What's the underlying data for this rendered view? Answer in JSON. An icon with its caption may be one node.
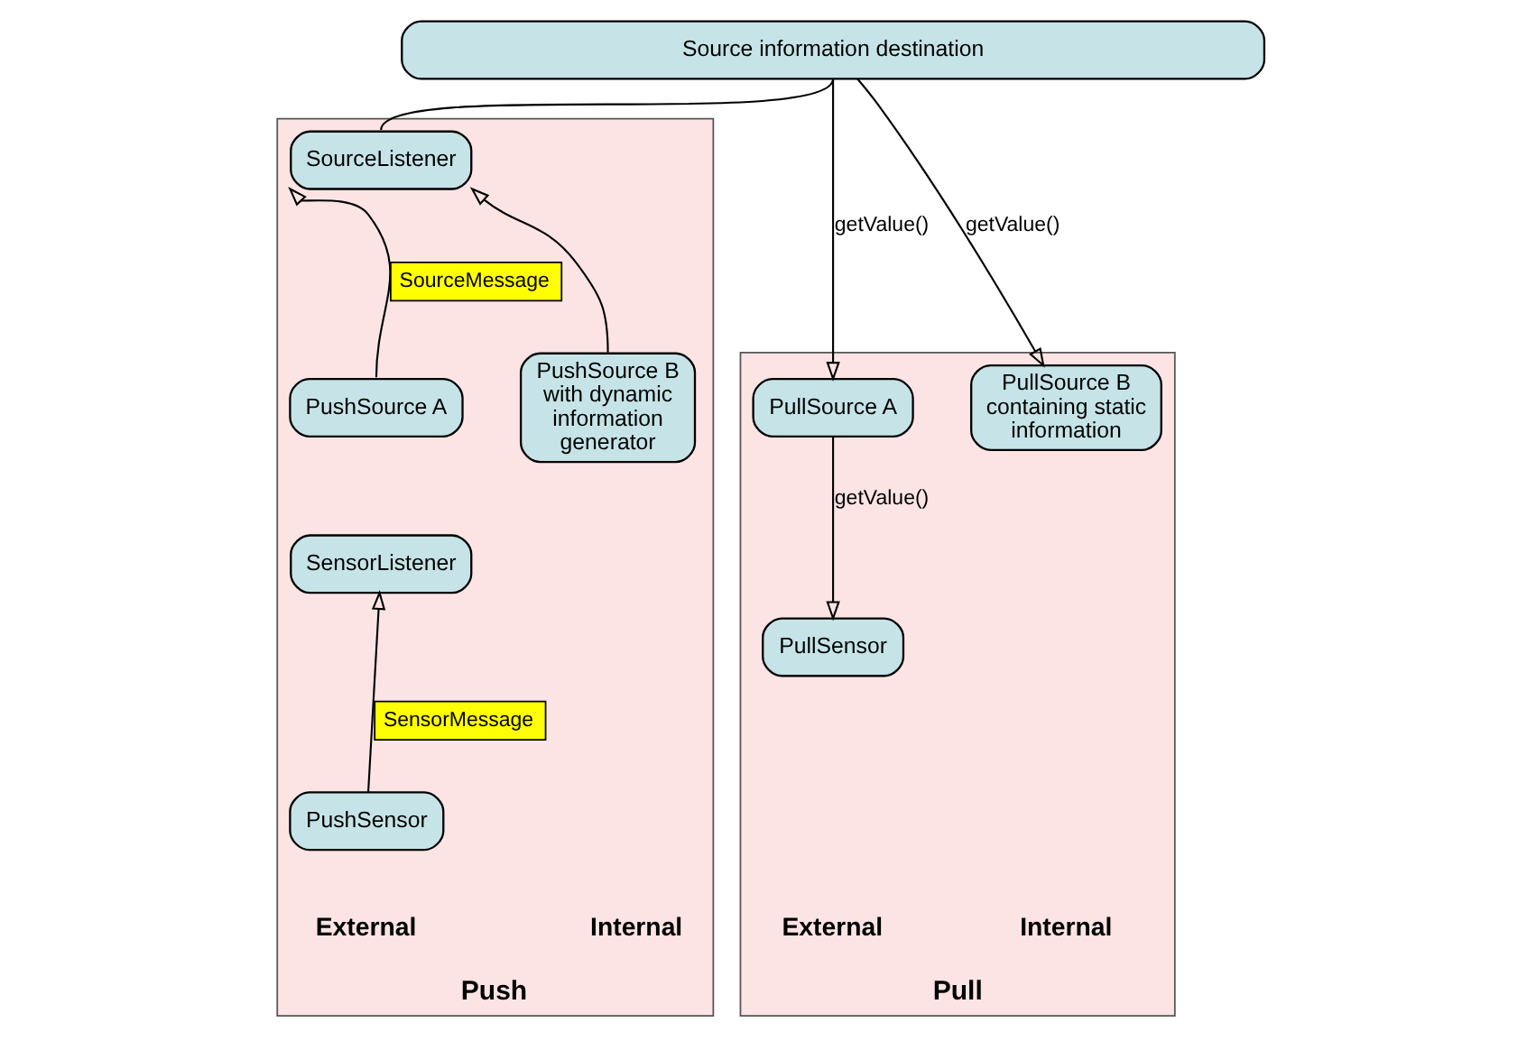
{
  "diagram": {
    "nodes": [
      {
        "text": [
          "Push"
        ]
      },
      {
        "text": [
          "Pull"
        ]
      },
      {
        "text": [
          "Source information destination"
        ]
      },
      {
        "text": [
          "SourceListener"
        ],
        "in": 0
      },
      {
        "text": [
          "PushSource A"
        ],
        "in": 0
      },
      {
        "text": [
          "PushSource B with dynamic information generator"
        ],
        "in": 0
      },
      {
        "text": [
          "SensorListener"
        ],
        "in": 0
      },
      {
        "text": [
          "PushSensor"
        ],
        "in": 0
      },
      {
        "text": [
          "PullSource A"
        ],
        "in": 1
      },
      {
        "text": [
          "PullSource B containing static information"
        ],
        "in": 1
      },
      {
        "text": [
          "PullSensor"
        ],
        "in": 1
      }
    ],
    "edges": [
      {
        "from": 3,
        "to": 2,
        "arrow": "none"
      },
      {
        "from": 4,
        "to": 3,
        "arrow": "to",
        "label": "SourceMessage"
      },
      {
        "from": 5,
        "to": 3,
        "arrow": "to"
      },
      {
        "from": 7,
        "to": 6,
        "arrow": "to",
        "label": "SensorMessage"
      },
      {
        "from": 2,
        "to": 8,
        "arrow": "to",
        "label": "getValue()"
      },
      {
        "from": 2,
        "to": 9,
        "arrow": "to",
        "label": "getValue()"
      },
      {
        "from": 8,
        "to": 10,
        "arrow": "to",
        "label": "getValue()"
      }
    ],
    "labels": [
      "External",
      "Internal",
      "External",
      "Internal"
    ]
  }
}
